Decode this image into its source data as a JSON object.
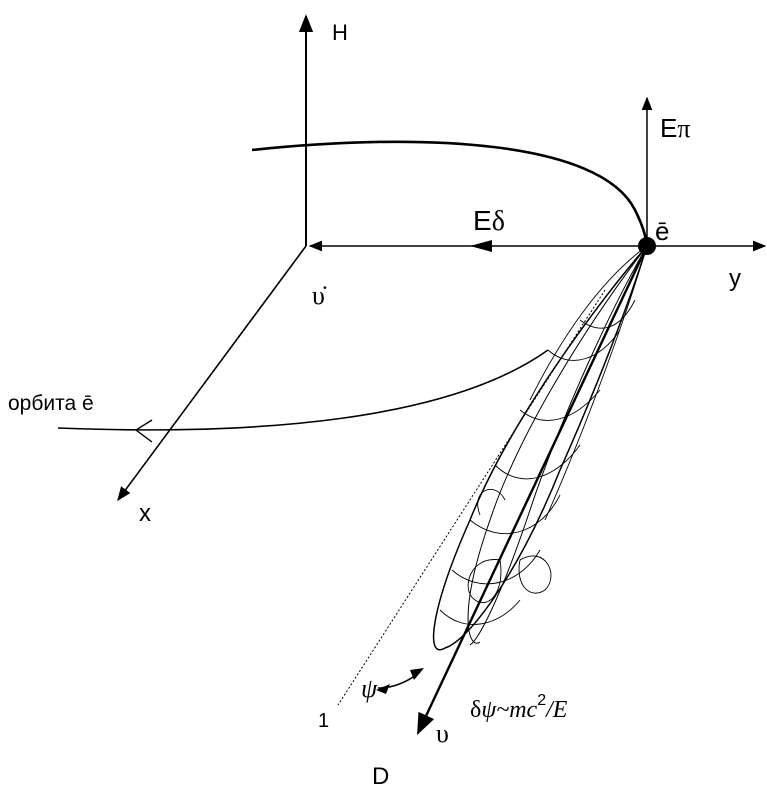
{
  "labels": {
    "h_axis": "H",
    "e_pi_base": "E",
    "e_pi_sub": "π",
    "e_delta_base": "E",
    "e_delta_sub": "δ",
    "electron": "ē",
    "origin": "υ̇",
    "y_axis": "y",
    "orbit": "орбита ē",
    "x_axis": "x",
    "psi": "ψ",
    "one": "1",
    "upsilon": "υ",
    "d_axis": "D",
    "dpsi_prefix": "δ",
    "dpsi_psi": "ψ",
    "dpsi_mid": "~mc",
    "dpsi_exp": "2",
    "dpsi_tail": "/E"
  }
}
